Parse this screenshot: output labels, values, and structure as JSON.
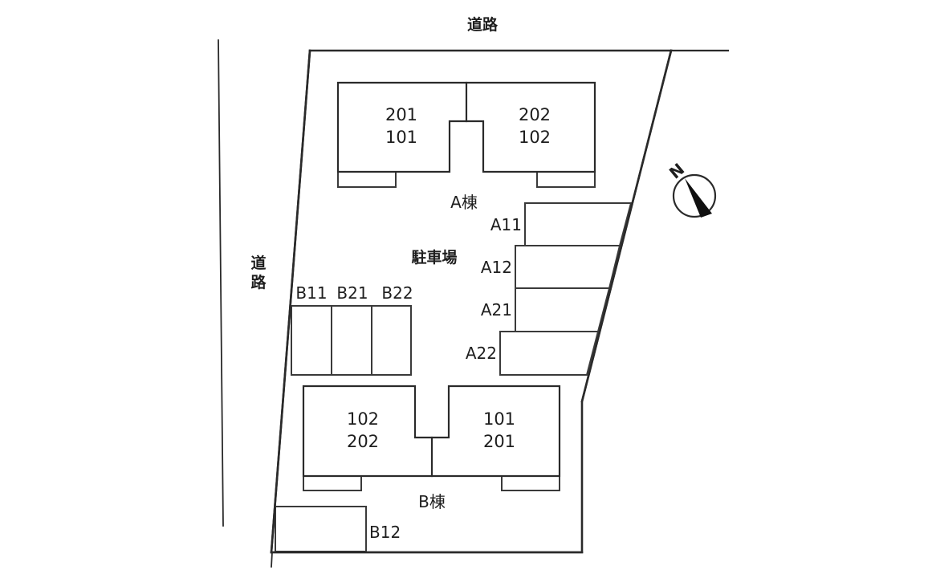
{
  "roads": {
    "top": "道路",
    "left_line1": "道",
    "left_line2": "路"
  },
  "compass": {
    "label": "N",
    "icon": "north-arrow-icon"
  },
  "building_a": {
    "label": "A棟",
    "units_left": {
      "upper": "201",
      "lower": "101"
    },
    "units_right": {
      "upper": "202",
      "lower": "102"
    }
  },
  "building_b": {
    "label": "B棟",
    "units_left": {
      "upper": "102",
      "lower": "202"
    },
    "units_right": {
      "upper": "101",
      "lower": "201"
    }
  },
  "parking": {
    "label": "駐車場",
    "a_spaces": [
      "A11",
      "A12",
      "A21",
      "A22"
    ],
    "b_spaces": [
      "B11",
      "B21",
      "B22"
    ],
    "b_single": "B12"
  },
  "colors": {
    "line": "#2a2a2a",
    "background": "#ffffff"
  }
}
